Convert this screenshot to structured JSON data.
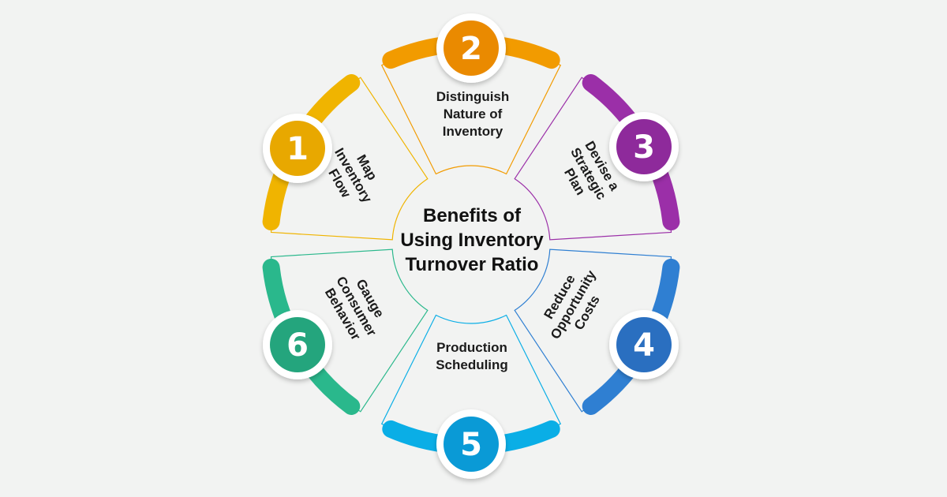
{
  "center": {
    "title_lines": [
      "Benefits of",
      "Using Inventory",
      "Turnover Ratio"
    ]
  },
  "segments": [
    {
      "number": "1",
      "label_lines": [
        "Map",
        "Inventory",
        "Flow"
      ],
      "color": "#f0b400",
      "badge_color": "#e8a800"
    },
    {
      "number": "2",
      "label_lines": [
        "Distinguish",
        "Nature of",
        "Inventory"
      ],
      "color": "#f29b00",
      "badge_color": "#ea8a00"
    },
    {
      "number": "3",
      "label_lines": [
        "Devise a",
        "Strategic",
        "Plan"
      ],
      "color": "#9b2fa8",
      "badge_color": "#8e2a9b"
    },
    {
      "number": "4",
      "label_lines": [
        "Reduce",
        "Opportunity",
        "Costs"
      ],
      "color": "#2f7fd2",
      "badge_color": "#2a6fc0"
    },
    {
      "number": "5",
      "label_lines": [
        "Production",
        "Scheduling"
      ],
      "color": "#0aaee6",
      "badge_color": "#0a9ad6"
    },
    {
      "number": "6",
      "label_lines": [
        "Gauge",
        "Consumer",
        "Behavior"
      ],
      "color": "#2ab88c",
      "badge_color": "#24a57d"
    }
  ]
}
